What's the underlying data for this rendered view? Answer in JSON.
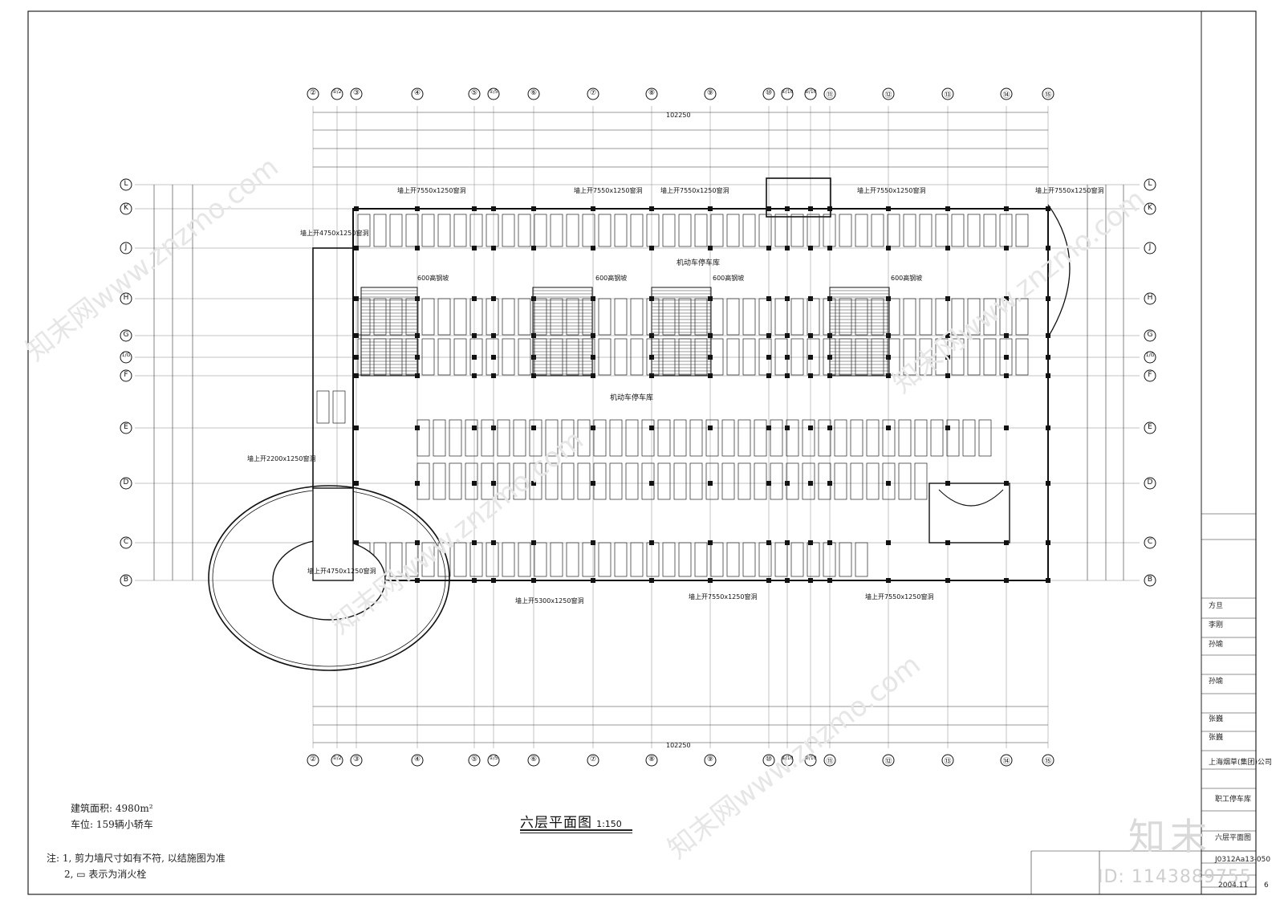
{
  "drawing_title": "六层平面图",
  "drawing_scale": "1:150",
  "summary": {
    "area": "建筑面积: 4980m²",
    "parking": "车位: 159辆小轿车"
  },
  "notes": {
    "line1": "注: 1, 剪力墙尺寸如有不符, 以结施图为准",
    "line2": "2, ▭ 表示为消火栓"
  },
  "grid_columns": [
    "②",
    "①/2",
    "③",
    "④",
    "⑤",
    "①/5",
    "⑥",
    "⑦",
    "⑧",
    "⑨",
    "⑩",
    "①/10",
    "②/10",
    "⑪",
    "⑫",
    "⑬",
    "⑭",
    "⑮"
  ],
  "grid_rows": [
    "L",
    "K",
    "J",
    "H",
    "G",
    "1/G",
    "F",
    "E",
    "D",
    "C",
    "B"
  ],
  "total_dimension": "102250",
  "floor_labels": {
    "garage_upper": "机动车停车库",
    "garage_lower": "机动车停车库",
    "ramp_label": "600高钢坡",
    "window_top": "墙上开7550x1250窗洞",
    "window_left": "墙上开4750x1250窗洞",
    "window_left2": "墙上开2200x1250窗洞",
    "window_bottom": "墙上开5300x1250窗洞"
  },
  "title_block": {
    "names": [
      "方旦",
      "李刚",
      "孙瑜",
      "孙瑜",
      "张巍",
      "张巍"
    ],
    "client": "上海烟草(集团)公司",
    "project": "职工停车库",
    "sheet_name": "六层平面图",
    "drawing_no": "J0312Aa13-050",
    "date": "2004.11",
    "sheet_no": "6"
  },
  "watermark": {
    "text": "知末网www.znzmo.com",
    "logo": "知末",
    "id": "ID: 1143889755"
  }
}
